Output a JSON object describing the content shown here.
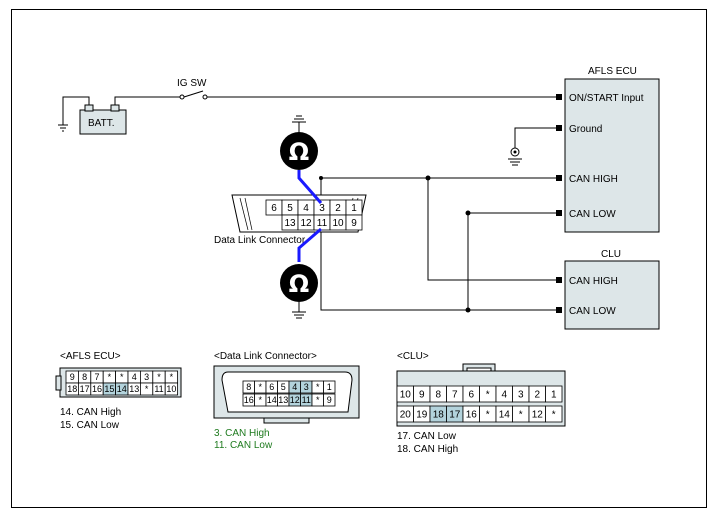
{
  "ig_sw": "IG SW",
  "batt": "BATT.",
  "afls_ecu": {
    "title": "AFLS ECU",
    "pins": [
      "ON/START  Input",
      "Ground",
      "CAN HIGH",
      "CAN LOW"
    ]
  },
  "clu": {
    "title": "CLU",
    "pins": [
      "CAN HIGH",
      "CAN LOW"
    ]
  },
  "dlc_main": {
    "label": "Data Link Connector",
    "top_row": [
      "6",
      "5",
      "4",
      "3",
      "2",
      "1"
    ],
    "bottom_row": [
      "13",
      "12",
      "11",
      "10",
      "9"
    ]
  },
  "ohm_symbol": "Ω",
  "afls_conn": {
    "title": "<AFLS ECU>",
    "top_row": [
      "9",
      "8",
      "7",
      "*",
      "*",
      "4",
      "3",
      "*",
      "*"
    ],
    "bottom_row": [
      "18",
      "17",
      "16",
      "15",
      "14",
      "13",
      "*",
      "11",
      "10"
    ],
    "notes": [
      "14. CAN High",
      "15. CAN Low"
    ]
  },
  "dlc_conn": {
    "title": "<Data Link Connector>",
    "top_row": [
      "8",
      "*",
      "6",
      "5",
      "4",
      "3",
      "*",
      "1"
    ],
    "bottom_row": [
      "16",
      "*",
      "14",
      "13",
      "12",
      "11",
      "*",
      "9"
    ],
    "notes": [
      "3. CAN High",
      "11. CAN Low"
    ]
  },
  "clu_conn": {
    "title": "<CLU>",
    "top_row": [
      "10",
      "9",
      "8",
      "7",
      "6",
      "*",
      "4",
      "3",
      "2",
      "1"
    ],
    "bottom_row": [
      "20",
      "19",
      "18",
      "17",
      "16",
      "*",
      "14",
      "*",
      "12",
      "*"
    ],
    "notes": [
      "17. CAN Low",
      "18. CAN High"
    ]
  },
  "colors": {
    "highlight": "#b3d3dc",
    "box_fill": "#dde6e8",
    "ohm_wire": "#1a1aff",
    "note_green": "#1e7a1e"
  }
}
